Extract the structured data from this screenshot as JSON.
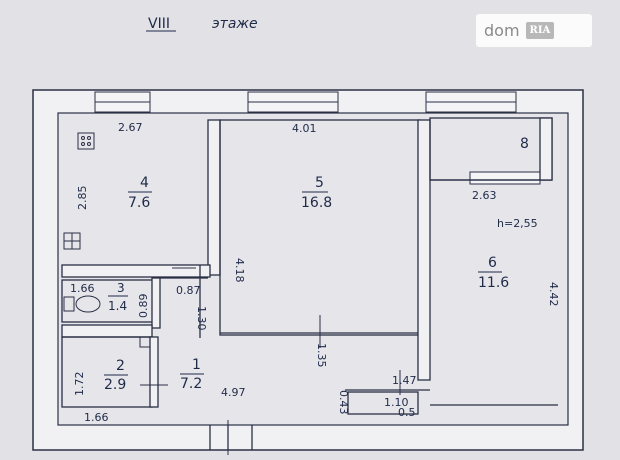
{
  "header": {
    "floor_numeral": "VIII",
    "floor_word": "этаже"
  },
  "watermark": {
    "left": "dom",
    "right": "RIA"
  },
  "rooms": [
    {
      "number": "4",
      "area": "7.6"
    },
    {
      "number": "5",
      "area": "16.8"
    },
    {
      "number": "6",
      "area": "11.6"
    },
    {
      "number": "3",
      "area": "1.4"
    },
    {
      "number": "2",
      "area": "2.9"
    },
    {
      "number": "1",
      "area": "7.2"
    },
    {
      "number": "8",
      "area": ""
    }
  ],
  "dimensions": {
    "kitchen_width": "2.67",
    "kitchen_height": "2.85",
    "living_width": "4.01",
    "living_height": "4.18",
    "bedroom_width": "2.63",
    "bedroom_height": "4.42",
    "ceiling_height": "h=2,55",
    "wc_width": "1.66",
    "wc_height": "0.89",
    "bath_height": "1.72",
    "bath_width": "1.66",
    "hall_length": "4.97",
    "corridor_short": "0.87",
    "corridor_mid": "1.30",
    "corridor_v": "1.35",
    "niche_a": "0.43",
    "niche_b": "1.47",
    "niche_c": "1.10",
    "niche_d": "0.5"
  },
  "colors": {
    "paper": "#e2e2e6",
    "ink": "#2a2f45",
    "wall": "#f1f1f3"
  }
}
